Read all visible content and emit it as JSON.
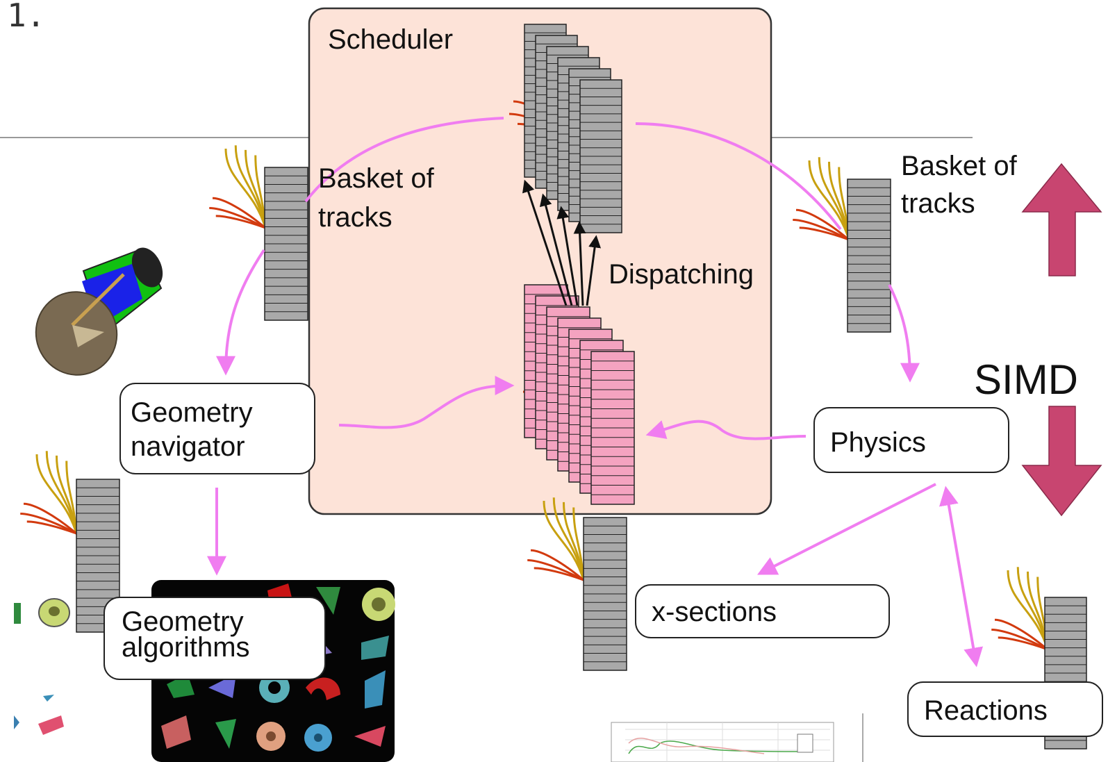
{
  "page": {
    "corner_label": "1."
  },
  "scheduler": {
    "title": "Scheduler",
    "dispatching_label": "Dispatching"
  },
  "baskets": {
    "left_line1": "Basket of",
    "left_line2": "tracks",
    "right_line1": "Basket of",
    "right_line2": "tracks"
  },
  "simd": {
    "label": "SIMD"
  },
  "boxes": {
    "geometry_navigator_line1": "Geometry",
    "geometry_navigator_line2": "navigator",
    "physics": "Physics",
    "geometry_algorithms_line1": "Geometry",
    "geometry_algorithms_line2": "algorithms",
    "xsections": "x-sections",
    "reactions": "Reactions"
  },
  "colors": {
    "scheduler_bg": "#fde3d8",
    "arrow_flow": "#f07df0",
    "basket_gray": "#a9a9a9",
    "basket_pink": "#f4a3c0",
    "simd_arrow": "#c84570",
    "track_red": "#d23a0e",
    "track_gold": "#c8a010"
  },
  "icons": [
    "detector-icon",
    "geometry-shapes-image",
    "cross-section-plot-thumbnail"
  ]
}
